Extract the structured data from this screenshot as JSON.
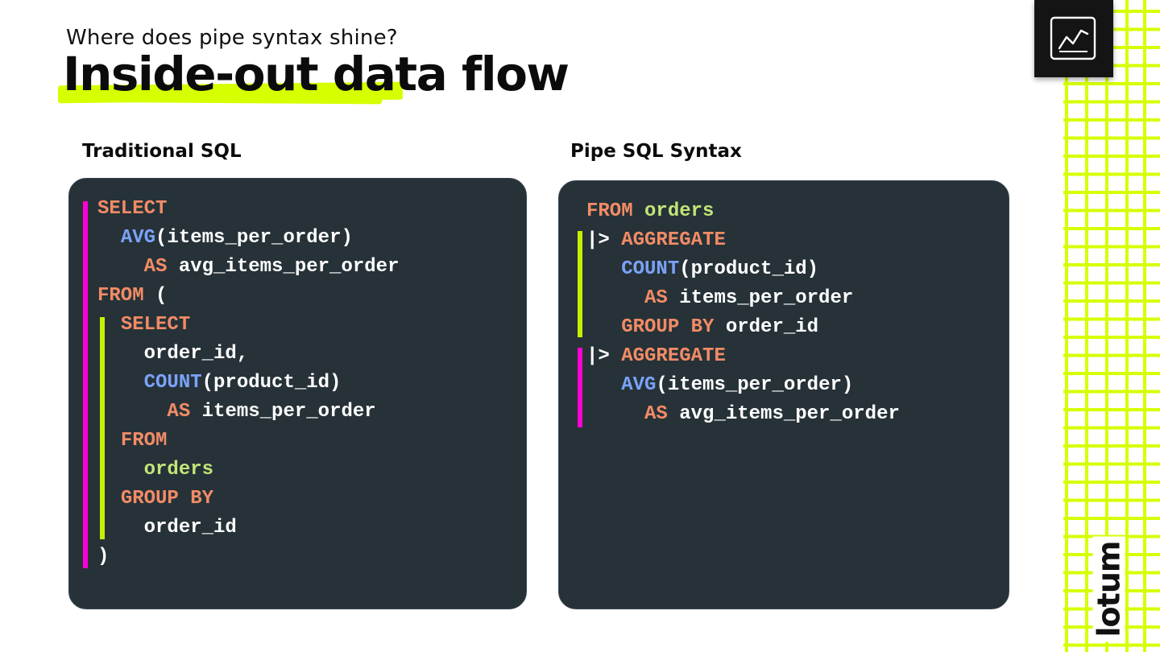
{
  "header": {
    "subtitle": "Where does pipe syntax shine?",
    "title": "Inside-out data flow"
  },
  "columns": {
    "left_heading": "Traditional SQL",
    "right_heading": "Pipe SQL Syntax"
  },
  "brand": {
    "logo_text": "lotum"
  },
  "icons": {
    "chart": "line-chart-icon"
  },
  "colors": {
    "keyword": "#f28b66",
    "function": "#7aa2f7",
    "table": "#c5e478",
    "plain": "#ffffff",
    "panel_bg": "#263238",
    "accent_lime": "#d6ff00",
    "accent_magenta": "#ff00d4"
  },
  "traditional_sql": [
    [
      {
        "t": "SELECT",
        "c": "kw"
      }
    ],
    [
      {
        "t": "  ",
        "c": "txt"
      },
      {
        "t": "AVG",
        "c": "fn"
      },
      {
        "t": "(items_per_order)",
        "c": "txt"
      }
    ],
    [
      {
        "t": "    ",
        "c": "txt"
      },
      {
        "t": "AS",
        "c": "kw"
      },
      {
        "t": " avg_items_per_order",
        "c": "txt"
      }
    ],
    [
      {
        "t": "FROM",
        "c": "kw"
      },
      {
        "t": " (",
        "c": "txt"
      }
    ],
    [
      {
        "t": "  ",
        "c": "txt"
      },
      {
        "t": "SELECT",
        "c": "kw"
      }
    ],
    [
      {
        "t": "    order_id,",
        "c": "txt"
      }
    ],
    [
      {
        "t": "    ",
        "c": "txt"
      },
      {
        "t": "COUNT",
        "c": "fn"
      },
      {
        "t": "(product_id)",
        "c": "txt"
      }
    ],
    [
      {
        "t": "      ",
        "c": "txt"
      },
      {
        "t": "AS",
        "c": "kw"
      },
      {
        "t": " items_per_order",
        "c": "txt"
      }
    ],
    [
      {
        "t": "  ",
        "c": "txt"
      },
      {
        "t": "FROM",
        "c": "kw"
      }
    ],
    [
      {
        "t": "    ",
        "c": "txt"
      },
      {
        "t": "orders",
        "c": "tbl"
      }
    ],
    [
      {
        "t": "  ",
        "c": "txt"
      },
      {
        "t": "GROUP BY",
        "c": "kw"
      }
    ],
    [
      {
        "t": "    order_id",
        "c": "txt"
      }
    ],
    [
      {
        "t": ")",
        "c": "txt"
      }
    ]
  ],
  "pipe_sql": [
    [
      {
        "t": "FROM",
        "c": "kw"
      },
      {
        "t": " ",
        "c": "txt"
      },
      {
        "t": "orders",
        "c": "tbl"
      }
    ],
    [
      {
        "t": "|> ",
        "c": "txt"
      },
      {
        "t": "AGGREGATE",
        "c": "kw"
      }
    ],
    [
      {
        "t": "   ",
        "c": "txt"
      },
      {
        "t": "COUNT",
        "c": "fn"
      },
      {
        "t": "(product_id)",
        "c": "txt"
      }
    ],
    [
      {
        "t": "     ",
        "c": "txt"
      },
      {
        "t": "AS",
        "c": "kw"
      },
      {
        "t": " items_per_order",
        "c": "txt"
      }
    ],
    [
      {
        "t": "   ",
        "c": "txt"
      },
      {
        "t": "GROUP BY",
        "c": "kw"
      },
      {
        "t": " order_id",
        "c": "txt"
      }
    ],
    [
      {
        "t": "|> ",
        "c": "txt"
      },
      {
        "t": "AGGREGATE",
        "c": "kw"
      }
    ],
    [
      {
        "t": "   ",
        "c": "txt"
      },
      {
        "t": "AVG",
        "c": "fn"
      },
      {
        "t": "(items_per_order)",
        "c": "txt"
      }
    ],
    [
      {
        "t": "     ",
        "c": "txt"
      },
      {
        "t": "AS",
        "c": "kw"
      },
      {
        "t": " avg_items_per_order",
        "c": "txt"
      }
    ]
  ]
}
